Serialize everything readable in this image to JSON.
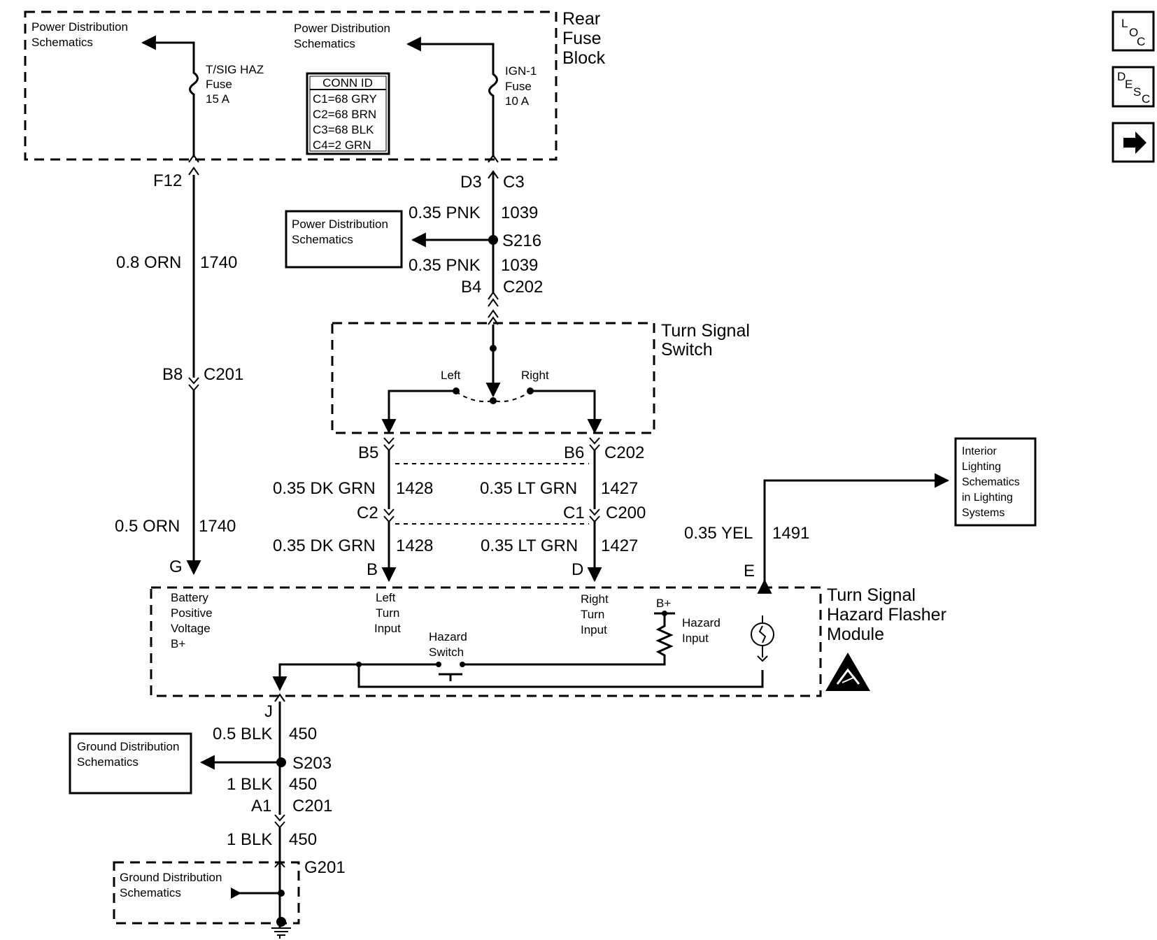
{
  "nav_buttons": {
    "loc": {
      "l1": "L",
      "l2": "O",
      "l3": "C"
    },
    "desc": {
      "l1": "D",
      "l2": "E",
      "l3": "S",
      "l4": "C"
    }
  },
  "rear_fuse_block": {
    "title_1": "Rear",
    "title_2": "Fuse",
    "title_3": "Block",
    "pd_left_1": "Power Distribution",
    "pd_left_2": "Schematics",
    "pd_right_1": "Power Distribution",
    "pd_right_2": "Schematics",
    "fuse_left": {
      "l1": "T/SIG HAZ",
      "l2": "Fuse",
      "l3": "15 A"
    },
    "fuse_right": {
      "l1": "IGN-1",
      "l2": "Fuse",
      "l3": "10 A"
    },
    "conn_id": {
      "title": "CONN ID",
      "rows": [
        "C1=68 GRY",
        "C2=68 BRN",
        "C3=68 BLK",
        "C4=2 GRN"
      ]
    }
  },
  "left_circuit": {
    "f12": "F12",
    "wire1_color": "0.8 ORN",
    "wire1_num": "1740",
    "b8": "B8",
    "c201": "C201",
    "wire2_color": "0.5 ORN",
    "wire2_num": "1740",
    "g": "G"
  },
  "ign_circuit": {
    "d3": "D3",
    "c3": "C3",
    "wire1_color": "0.35 PNK",
    "wire1_num": "1039",
    "splice": "S216",
    "pd_box_1": "Power Distribution",
    "pd_box_2": "Schematics",
    "wire2_color": "0.35 PNK",
    "wire2_num": "1039",
    "b4": "B4",
    "c202": "C202"
  },
  "turn_signal_switch": {
    "title_1": "Turn Signal",
    "title_2": "Switch",
    "left": "Left",
    "right": "Right"
  },
  "switch_outputs": {
    "b5": "B5",
    "b6": "B6",
    "c202": "C202",
    "left_wire1_color": "0.35 DK GRN",
    "left_wire1_num": "1428",
    "right_wire1_color": "0.35 LT GRN",
    "right_wire1_num": "1427",
    "c2": "C2",
    "c1": "C1",
    "c200": "C200",
    "left_wire2_color": "0.35 DK GRN",
    "left_wire2_num": "1428",
    "right_wire2_color": "0.35 LT GRN",
    "right_wire2_num": "1427",
    "b": "B",
    "d": "D"
  },
  "interior": {
    "box_lines": [
      "Interior",
      "Lighting",
      "Schematics",
      "in Lighting",
      "Systems"
    ],
    "wire_color": "0.35 YEL",
    "wire_num": "1491",
    "e": "E"
  },
  "flasher_module": {
    "title_1": "Turn Signal",
    "title_2": "Hazard Flasher",
    "title_3": "Module",
    "battery": [
      "Battery",
      "Positive",
      "Voltage",
      "B+"
    ],
    "left_turn": [
      "Left",
      "Turn",
      "Input"
    ],
    "right_turn": [
      "Right",
      "Turn",
      "Input"
    ],
    "hazard_switch": [
      "Hazard",
      "Switch"
    ],
    "b_plus": "B+",
    "hazard_input": [
      "Hazard",
      "Input"
    ]
  },
  "ground_circuit": {
    "j": "J",
    "wire1_color": "0.5 BLK",
    "wire1_num": "450",
    "gd_box_1": "Ground Distribution",
    "gd_box_2": "Schematics",
    "splice": "S203",
    "wire2_color": "1 BLK",
    "wire2_num": "450",
    "a1": "A1",
    "c201": "C201",
    "wire3_color": "1 BLK",
    "wire3_num": "450",
    "g201": "G201",
    "gd_bottom_1": "Ground Distribution",
    "gd_bottom_2": "Schematics"
  }
}
